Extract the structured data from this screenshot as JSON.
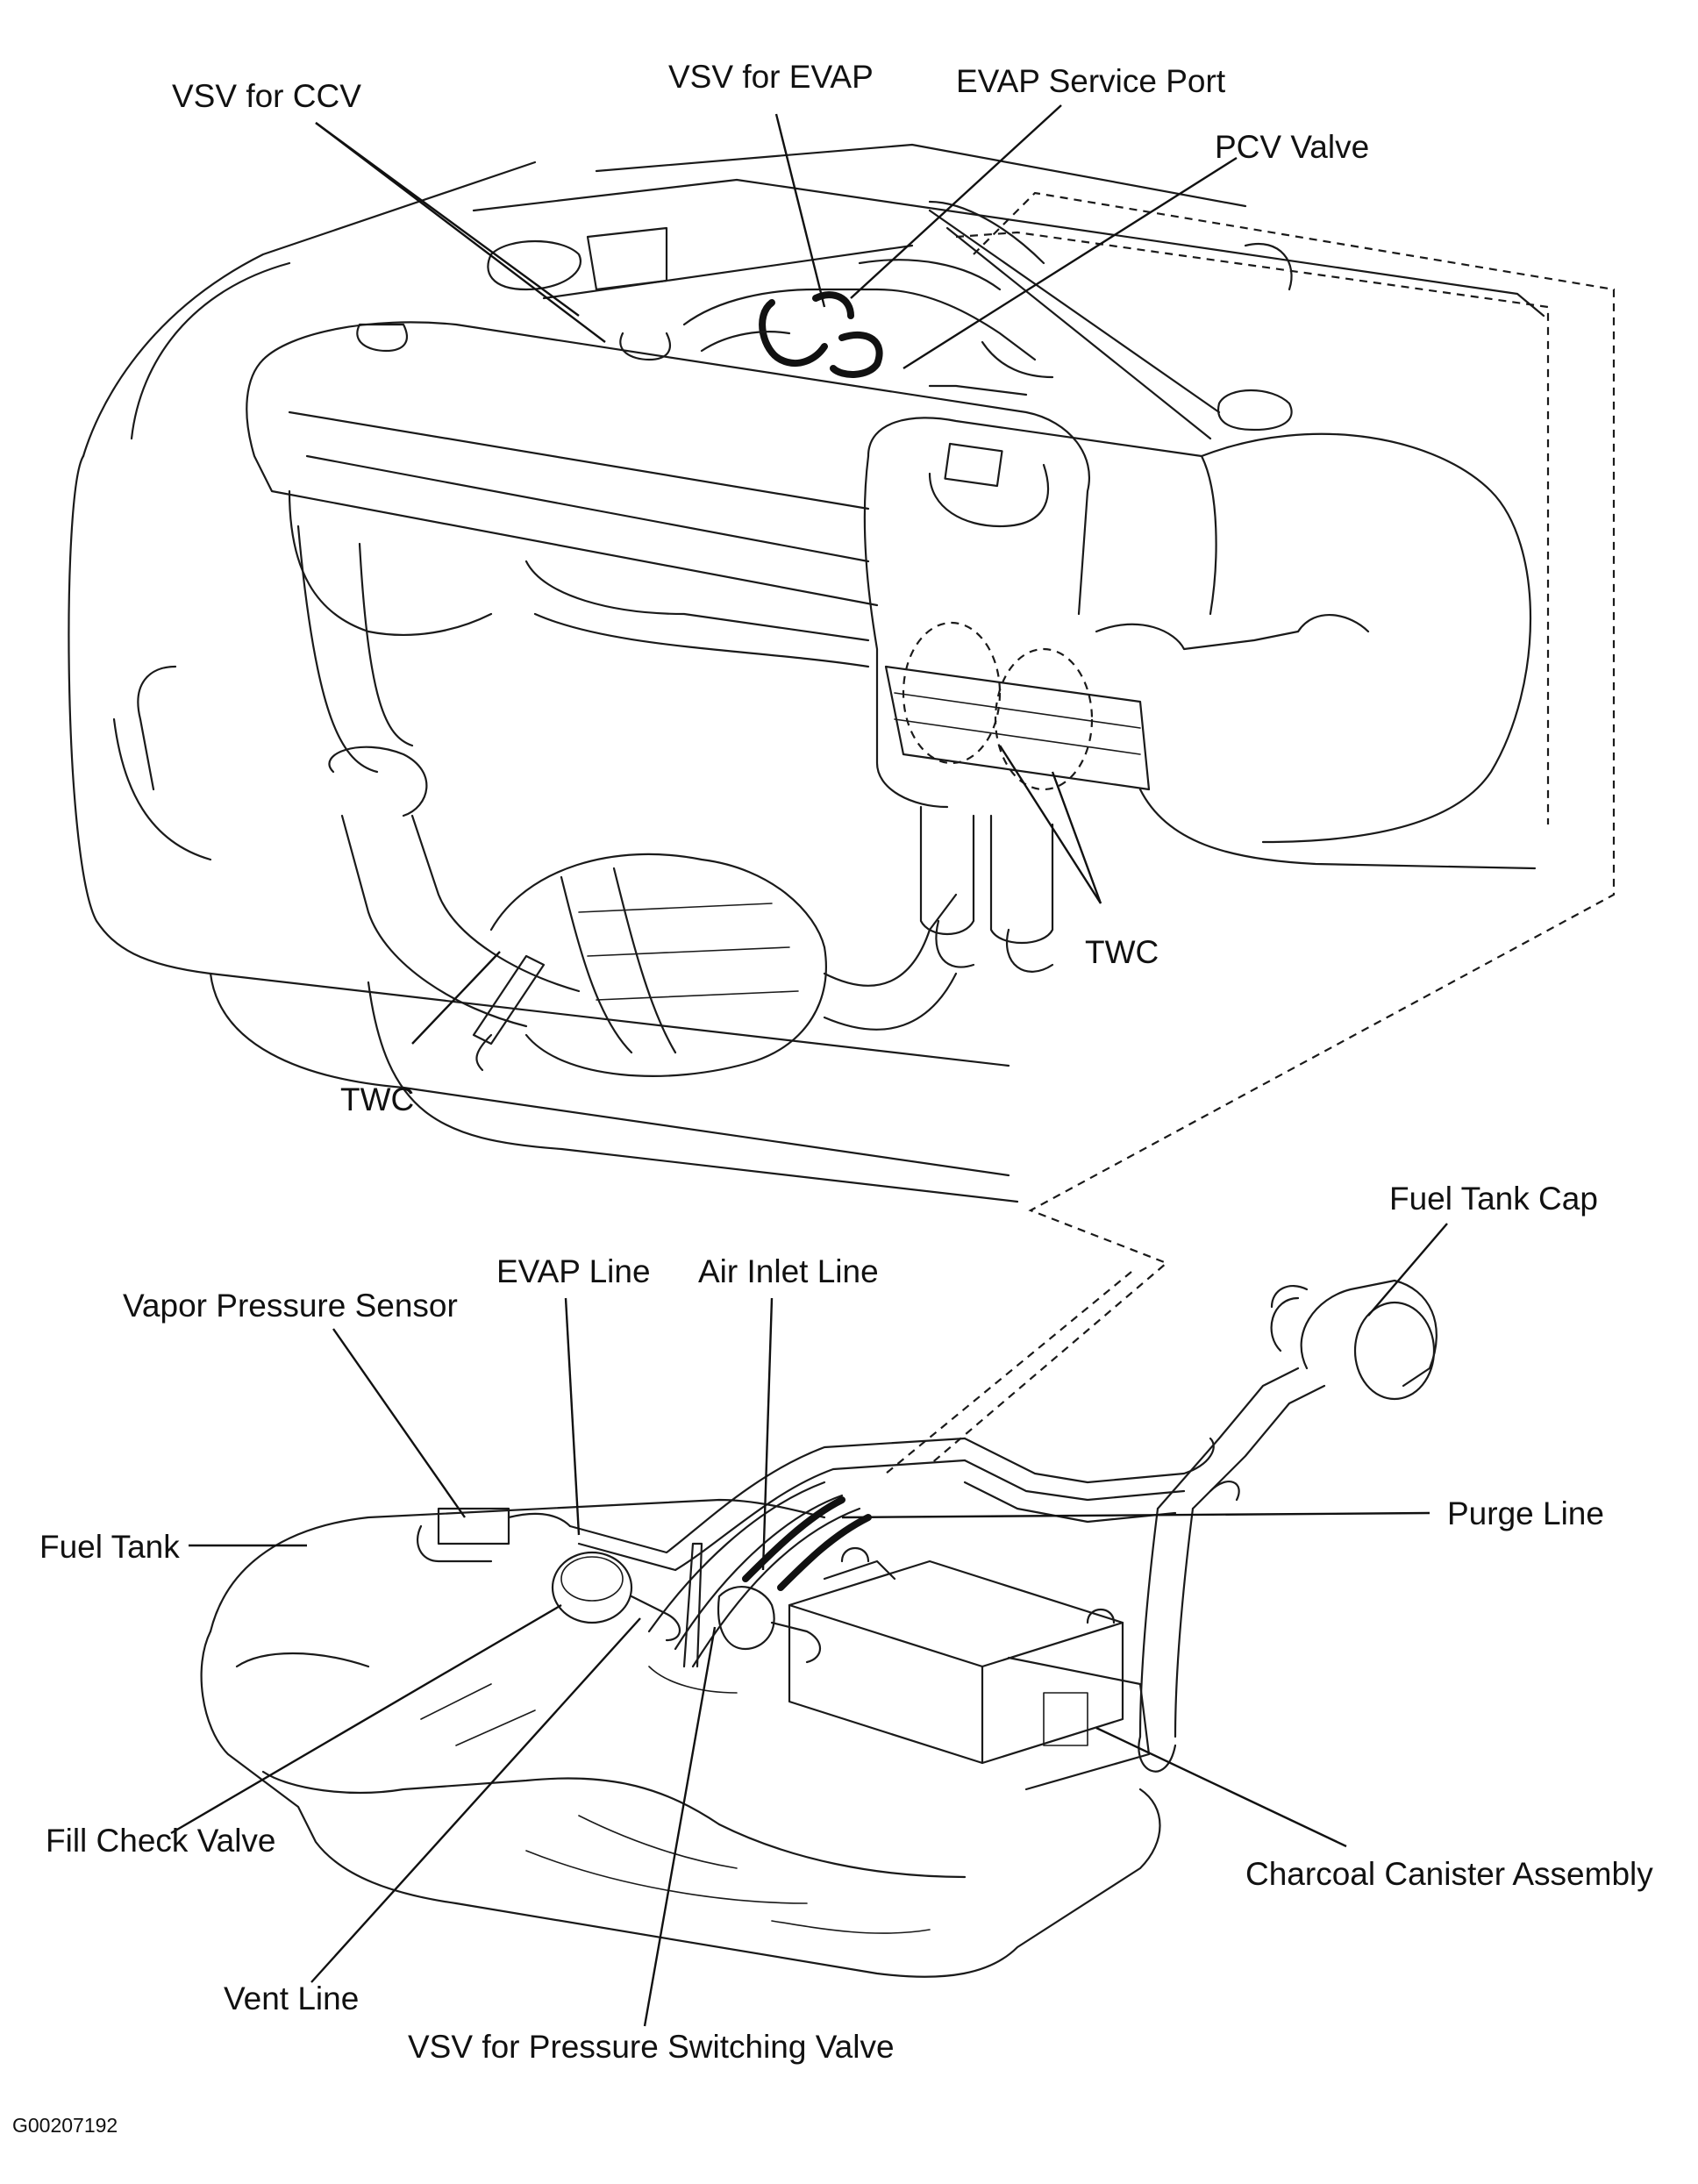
{
  "labels": {
    "vsv_ccv": "VSV for CCV",
    "vsv_evap": "VSV for EVAP",
    "evap_service_port": "EVAP Service Port",
    "pcv_valve": "PCV Valve",
    "twc_right": "TWC",
    "twc_left": "TWC",
    "fuel_tank_cap": "Fuel Tank Cap",
    "evap_line": "EVAP Line",
    "air_inlet_line": "Air Inlet Line",
    "vapor_pressure_sensor": "Vapor Pressure Sensor",
    "fuel_tank": "Fuel Tank",
    "purge_line": "Purge Line",
    "fill_check_valve": "Fill Check Valve",
    "charcoal_canister": "Charcoal Canister Assembly",
    "vent_line": "Vent Line",
    "vsv_pressure_switching": "VSV for Pressure Switching Valve"
  },
  "figure_ref": "G00207192"
}
